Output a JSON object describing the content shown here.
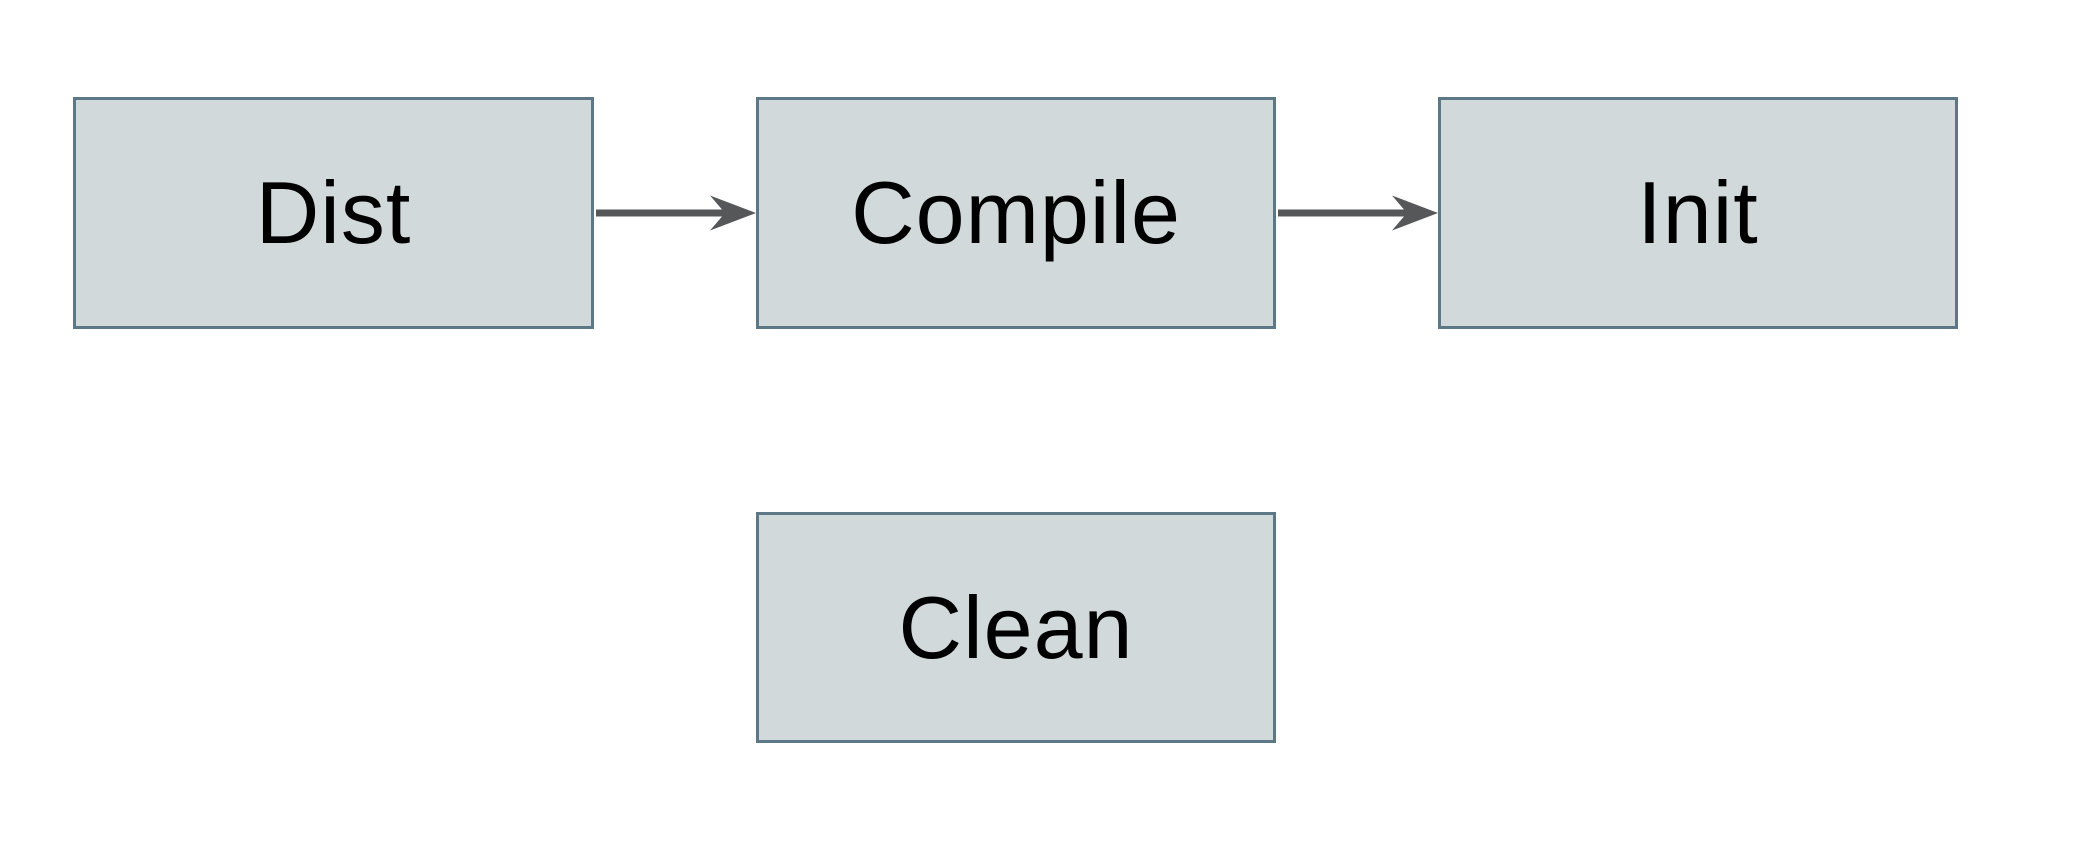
{
  "diagram": {
    "nodes": [
      {
        "id": "dist",
        "label": "Dist"
      },
      {
        "id": "compile",
        "label": "Compile"
      },
      {
        "id": "init",
        "label": "Init"
      },
      {
        "id": "clean",
        "label": "Clean"
      }
    ],
    "edges": [
      {
        "from": "dist",
        "to": "compile",
        "style": "arrow"
      },
      {
        "from": "compile",
        "to": "init",
        "style": "arrow"
      }
    ],
    "colors": {
      "node_fill": "#d2d9db",
      "node_border": "#5c7887",
      "arrow": "#555759",
      "text": "#000000",
      "background": "#ffffff"
    }
  }
}
